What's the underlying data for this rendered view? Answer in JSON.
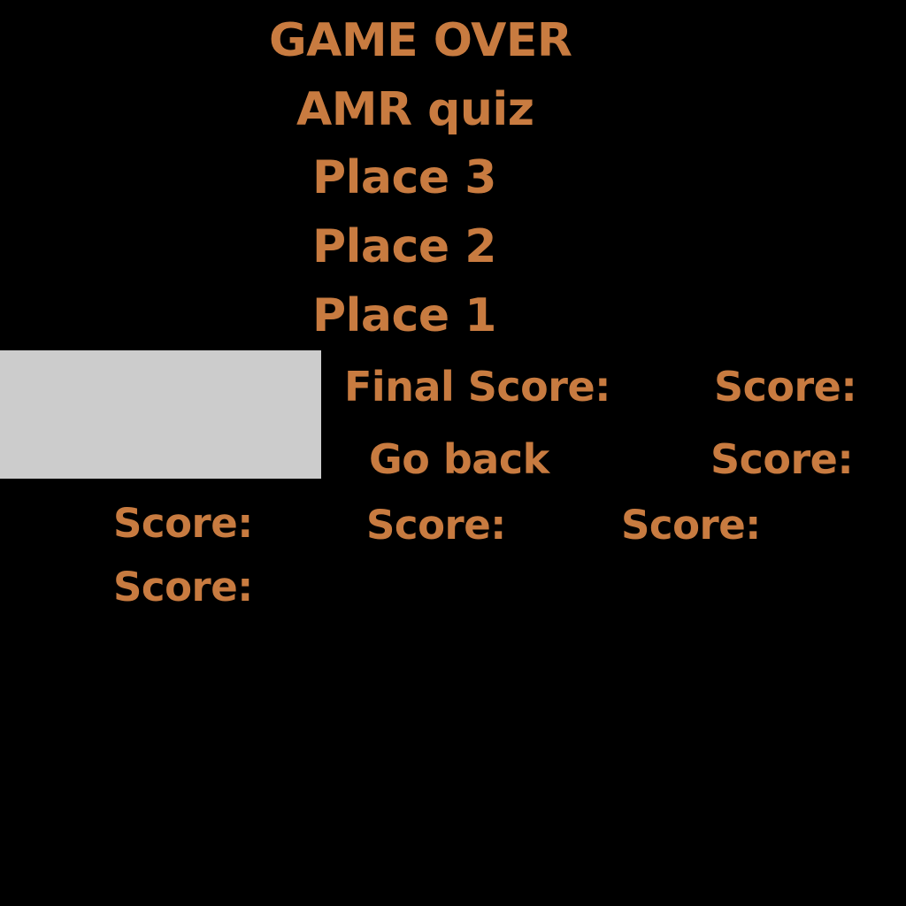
{
  "colors": {
    "background": "#000000",
    "accent": "#c87b40",
    "panel": "#cccccc"
  },
  "screen": {
    "title": "GAME OVER",
    "subtitle": "AMR quiz"
  },
  "leaderboard": {
    "heading_place_3": "Place 3",
    "heading_place_2": "Place 2",
    "heading_place_1": "Place 1",
    "entries": [
      {
        "place_label": "Place 3",
        "score_label": "Score:"
      },
      {
        "place_label": "Place 2",
        "score_label": "Score:"
      },
      {
        "place_label": "Place 1",
        "score_label": "Score:"
      }
    ]
  },
  "results": {
    "final_score_label": "Final Score:",
    "score_label_right_top": "Score:",
    "score_label_right_bottom": "Score:",
    "score_label_row_left": "Score:",
    "score_label_row_middle": "Score:",
    "score_label_row_right": "Score:",
    "score_label_bottom_left": "Score:"
  },
  "actions": {
    "go_back_label": "Go back"
  },
  "answer_panel": {
    "value": "",
    "placeholder": ""
  }
}
